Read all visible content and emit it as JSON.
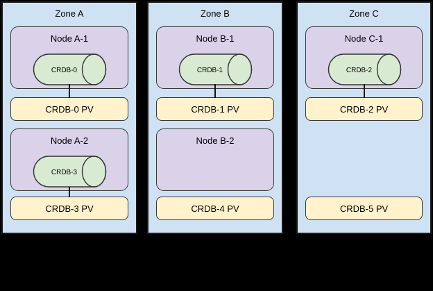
{
  "diagram": {
    "description": "Three-zone CockroachDB topology with nodes, CRDB pods and persistent volumes",
    "colors": {
      "canvas_bg": "#000000",
      "zone_fill": "#cfe2f3",
      "node_fill": "#d9d2e9",
      "pod_fill": "#d9ead3",
      "pv_fill": "#fff2cc",
      "stroke": "#1a1a1a"
    }
  },
  "zones": [
    {
      "title": "Zone A",
      "nodes": [
        {
          "title": "Node A-1",
          "pod": "CRDB-0",
          "pv": "CRDB-0 PV"
        },
        {
          "title": "Node A-2",
          "pod": "CRDB-3",
          "pv": "CRDB-3 PV"
        }
      ]
    },
    {
      "title": "Zone B",
      "nodes": [
        {
          "title": "Node B-1",
          "pod": "CRDB-1",
          "pv": "CRDB-1 PV"
        },
        {
          "title": "Node B-2",
          "pv": "CRDB-4 PV"
        }
      ]
    },
    {
      "title": "Zone C",
      "nodes": [
        {
          "title": "Node C-1",
          "pod": "CRDB-2",
          "pv": "CRDB-2 PV"
        },
        {
          "pv": "CRDB-5 PV"
        }
      ]
    }
  ]
}
